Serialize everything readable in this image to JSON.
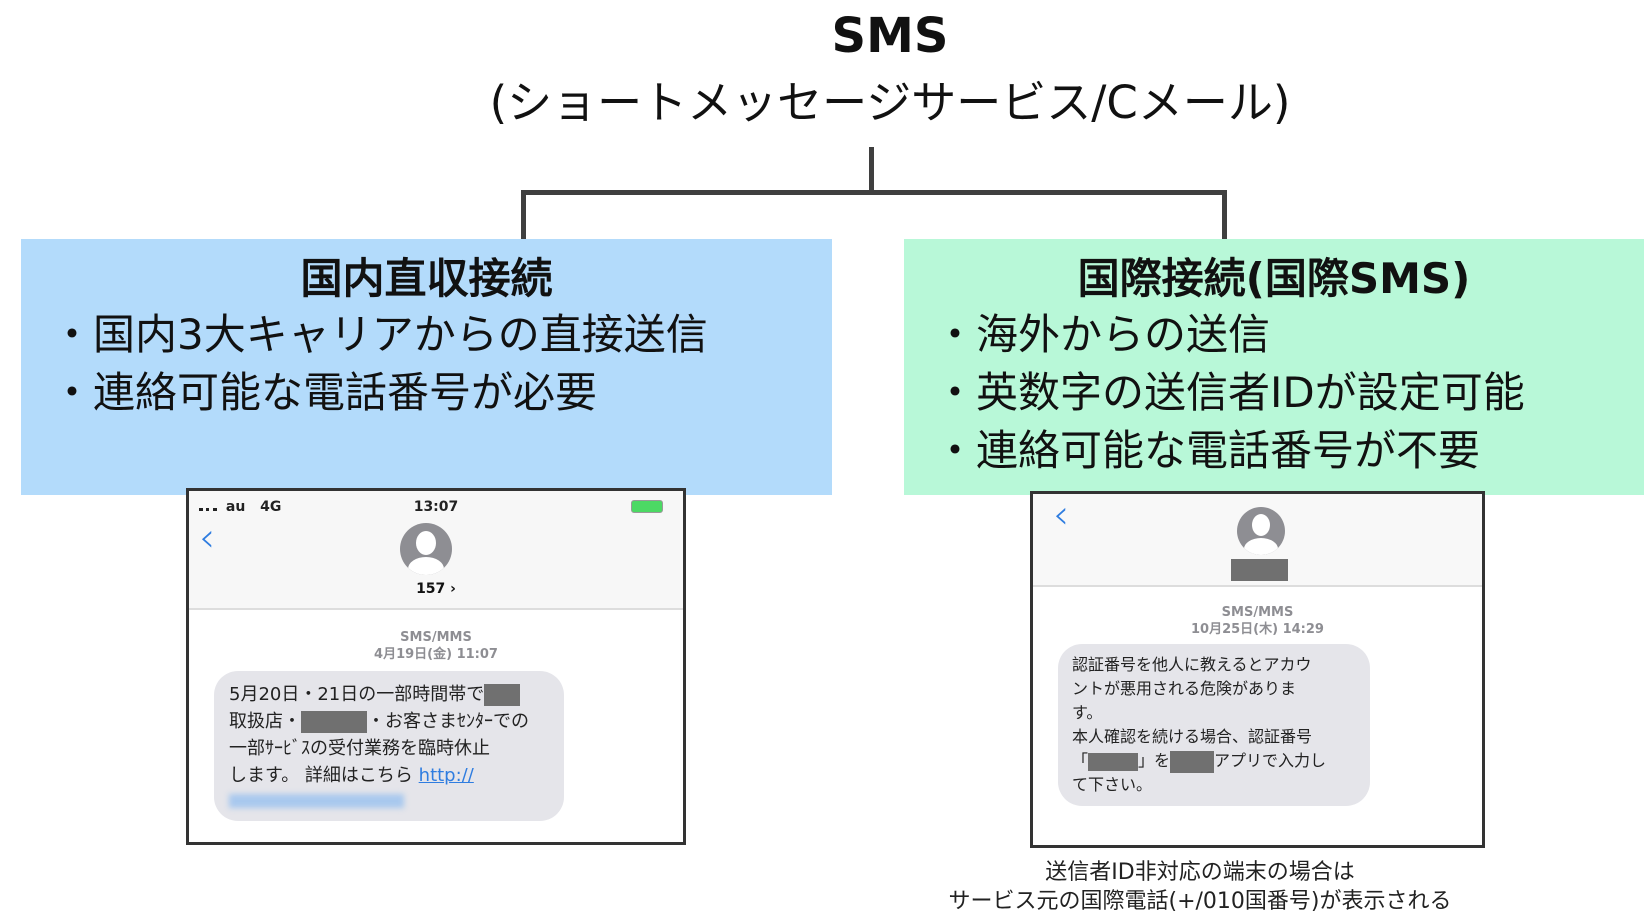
{
  "header": {
    "title": "SMS",
    "subtitle": "(ショートメッセージサービス/Cメール)"
  },
  "left": {
    "title": "国内直収接続",
    "bullets": [
      "国内3大キャリアからの直接送信",
      "連絡可能な電話番号が必要"
    ],
    "color": "#b3dbfb",
    "phone": {
      "carrier": "au",
      "network": "4G",
      "time": "13:07",
      "sender": "157 ›",
      "service": "SMS/MMS",
      "date": "4月19日(金) 11:07",
      "lines": [
        "5月20日・21日の一部時間帯で",
        "取扱店・",
        "・お客さまｾﾝﾀｰでの",
        "一部ｻｰﾋﾞｽの受付業務を臨時休止",
        "します。 詳細はこちら "
      ],
      "link": "http://"
    }
  },
  "right": {
    "title": "国際接続(国際SMS)",
    "bullets": [
      "海外からの送信",
      "英数字の送信者IDが設定可能",
      "連絡可能な電話番号が不要"
    ],
    "color": "#b8f8d8",
    "phone": {
      "service": "SMS/MMS",
      "date": "10月25日(木) 14:29",
      "lines": [
        "認証番号を他人に教えるとアカウ",
        "ントが悪用される危険がありま",
        "す。",
        "本人確認を続ける場合、認証番号",
        "「",
        "」を",
        "アプリで入力し",
        "て下さい。"
      ]
    },
    "caption": [
      "送信者ID非対応の端末の場合は",
      "サービス元の国際電話(+/010国番号)が表示される"
    ]
  }
}
